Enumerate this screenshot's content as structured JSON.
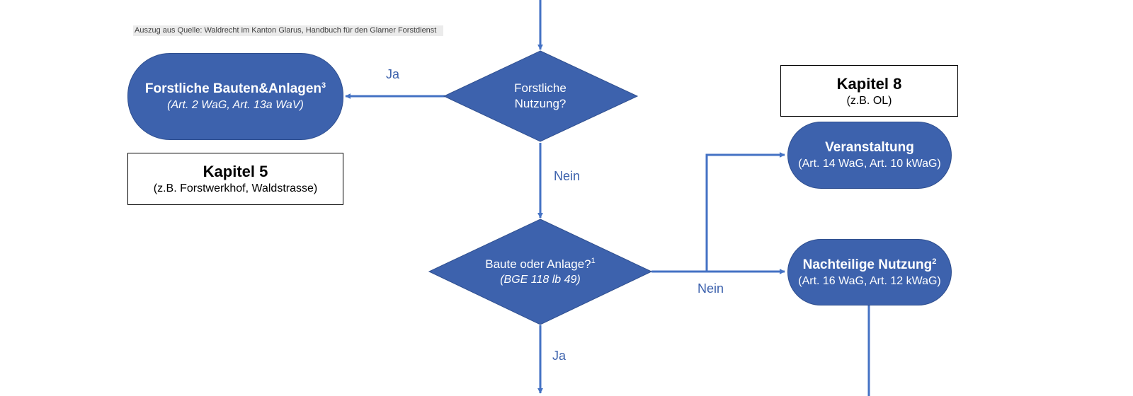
{
  "source_note": "Auszug aus Quelle: Waldrecht im Kanton Glarus, Handbuch für den Glarner Forstdienst",
  "nodes": {
    "forstliche_bauten": {
      "title": "Forstliche Bauten&Anlagen",
      "sup": "3",
      "subtitle": "(Art. 2 WaG, Art. 13a WaV)"
    },
    "forstliche_nutzung": {
      "line1": "Forstliche",
      "line2": "Nutzung?"
    },
    "baute_anlage": {
      "line1": "Baute oder Anlage?",
      "sup": "1",
      "line2": "(BGE 118 lb 49)"
    },
    "veranstaltung": {
      "title": "Veranstaltung",
      "subtitle": "(Art. 14 WaG, Art. 10 kWaG)"
    },
    "nachteilige": {
      "title": "Nachteilige Nutzung",
      "sup": "2",
      "subtitle": "(Art. 16 WaG, Art. 12 kWaG)"
    }
  },
  "boxes": {
    "kapitel5": {
      "heading": "Kapitel 5",
      "sub": "(z.B. Forstwerkhof, Waldstrasse)"
    },
    "kapitel8": {
      "heading": "Kapitel 8",
      "sub": "(z.B. OL)"
    }
  },
  "edge_labels": {
    "ja_top": "Ja",
    "nein_mid": "Nein",
    "nein_right": "Nein",
    "ja_bottom": "Ja"
  },
  "colors": {
    "node_fill": "#3d62ad",
    "connector": "#4472c4",
    "label": "#3d62ad"
  }
}
